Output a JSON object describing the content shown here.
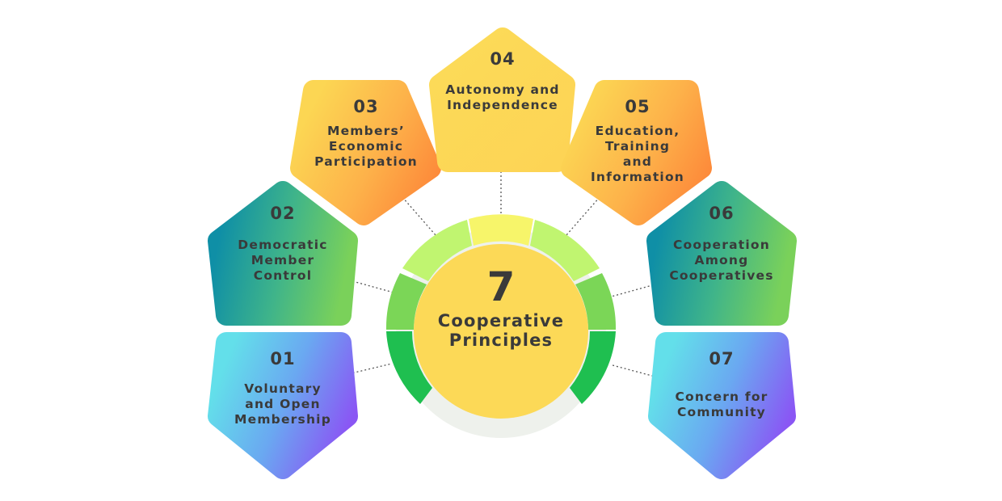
{
  "center": {
    "number": "7",
    "title": "Cooperative\nPrinciples"
  },
  "principles": [
    {
      "number": "01",
      "label": "Voluntary\nand Open\nMembership"
    },
    {
      "number": "02",
      "label": "Democratic\nMember\nControl"
    },
    {
      "number": "03",
      "label": "Members’\nEconomic\nParticipation"
    },
    {
      "number": "04",
      "label": "Autonomy and\nIndependence"
    },
    {
      "number": "05",
      "label": "Education,\nTraining\nand\nInformation"
    },
    {
      "number": "06",
      "label": "Cooperation\nAmong\nCooperatives"
    },
    {
      "number": "07",
      "label": "Concern for\nCommunity"
    }
  ]
}
